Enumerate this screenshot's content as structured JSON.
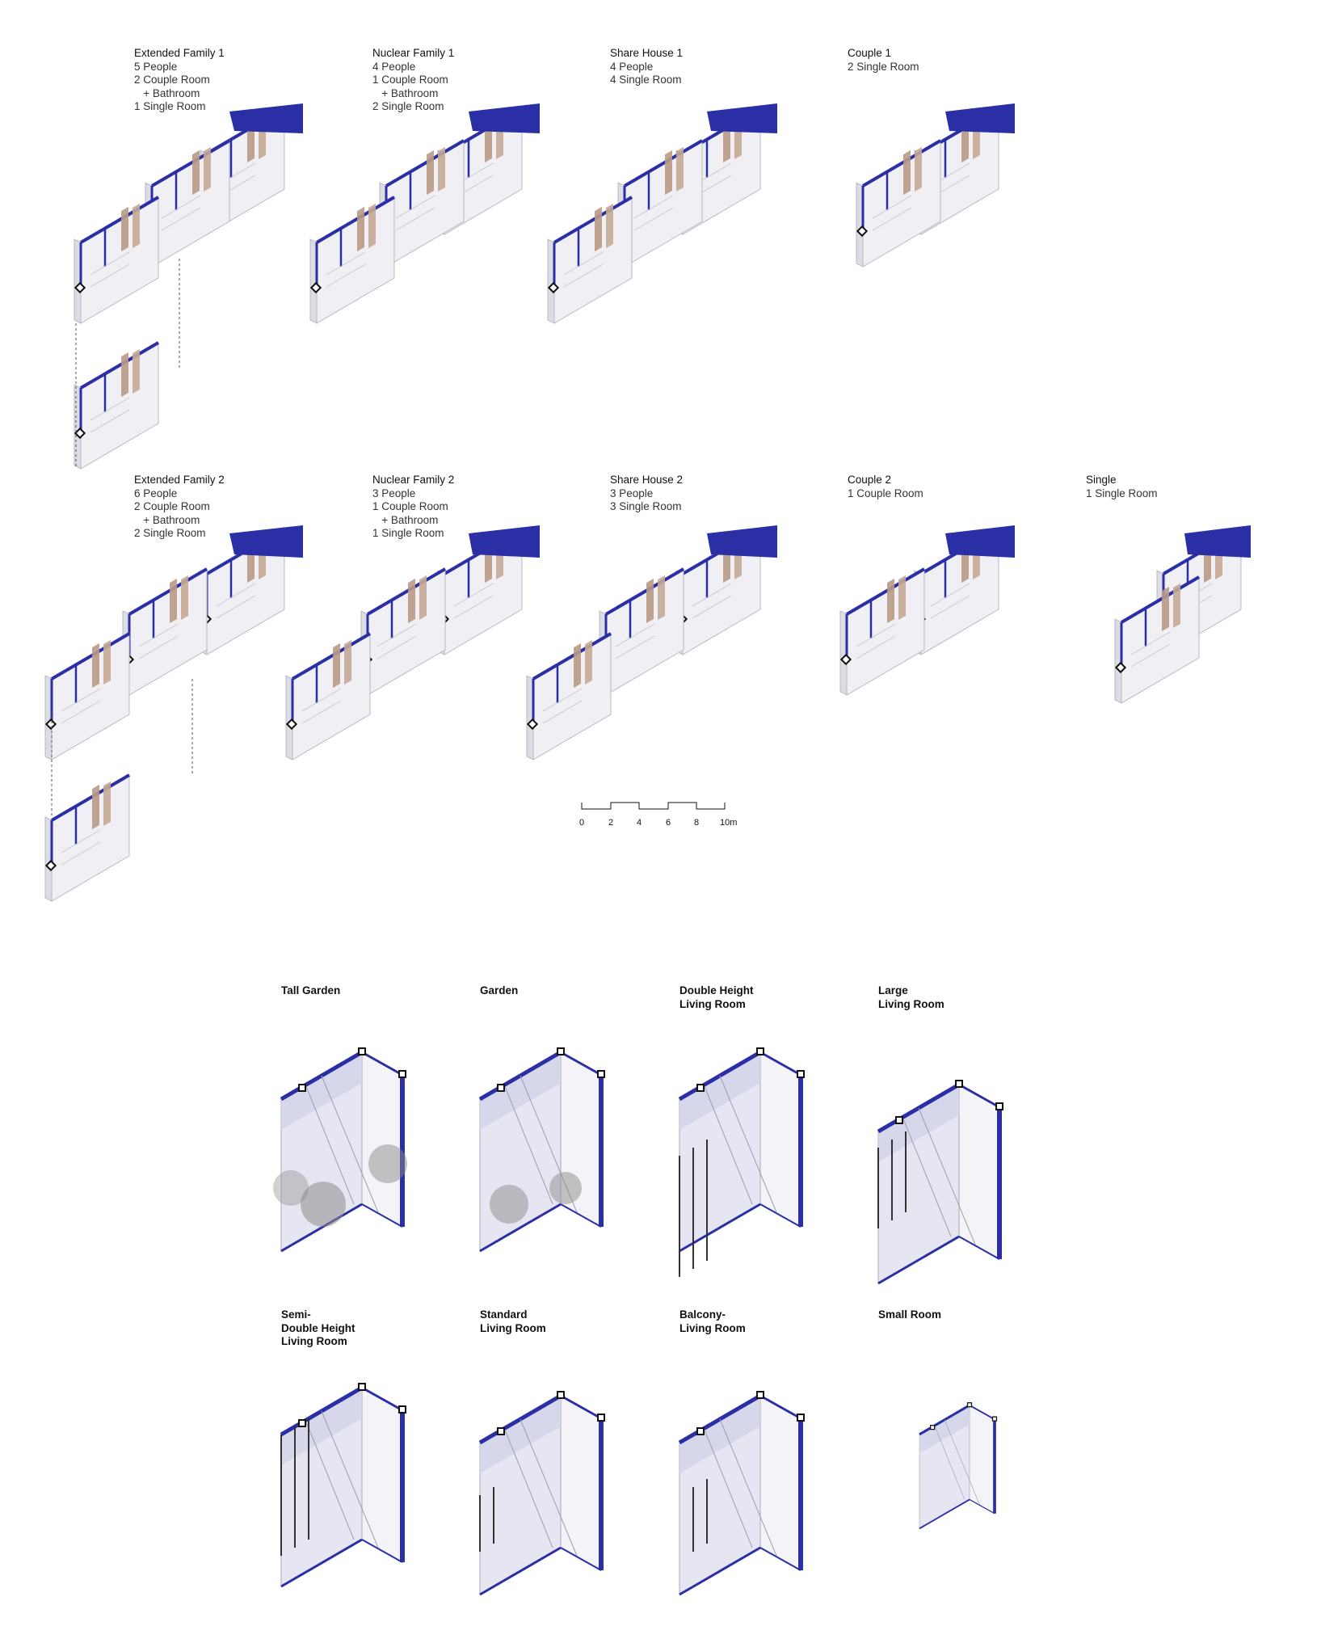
{
  "colors": {
    "accent_blue": "#2b2fa6",
    "wall_grey": "#b8b8be",
    "light_fill": "#e9e9ef",
    "wood": "#b99a86"
  },
  "units": [
    {
      "title": "Extended Family 1",
      "lines": [
        "5 People",
        "2 Couple Room",
        "   + Bathroom",
        "1 Single Room"
      ]
    },
    {
      "title": "Nuclear Family 1",
      "lines": [
        "4 People",
        "1 Couple Room",
        "   + Bathroom",
        "2 Single Room"
      ]
    },
    {
      "title": "Share House 1",
      "lines": [
        "4 People",
        "4 Single Room"
      ]
    },
    {
      "title": "Couple 1",
      "lines": [
        "2 Single Room"
      ]
    },
    {
      "title": "Extended Family 2",
      "lines": [
        "6 People",
        "2 Couple Room",
        "   + Bathroom",
        "2 Single Room"
      ]
    },
    {
      "title": "Nuclear Family 2",
      "lines": [
        "3 People",
        "1 Couple Room",
        "   + Bathroom",
        "1 Single Room"
      ]
    },
    {
      "title": "Share House 2",
      "lines": [
        "3 People",
        "3 Single Room"
      ]
    },
    {
      "title": "Couple 2",
      "lines": [
        "1 Couple Room"
      ]
    },
    {
      "title": "Single",
      "lines": [
        "1 Single Room"
      ]
    }
  ],
  "scale_bar": {
    "ticks": [
      "0",
      "2",
      "4",
      "6",
      "8",
      "10m"
    ]
  },
  "room_types": [
    {
      "label": "Tall Garden"
    },
    {
      "label": "Garden"
    },
    {
      "label": "Double Height\nLiving Room"
    },
    {
      "label": "Large\nLiving Room"
    },
    {
      "label": "Semi-\nDouble Height\nLiving Room"
    },
    {
      "label": "Standard\nLiving Room"
    },
    {
      "label": "Balcony-\nLiving Room"
    },
    {
      "label": "Small Room"
    }
  ]
}
